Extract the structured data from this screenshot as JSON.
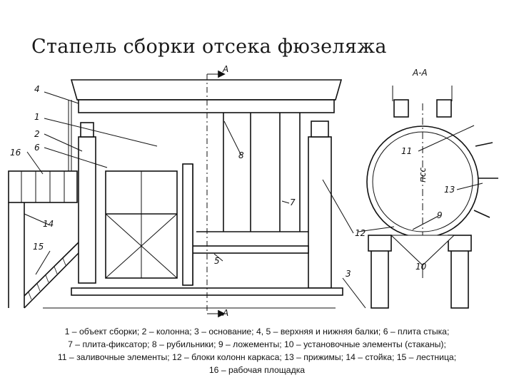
{
  "title": "Стапель сборки отсека фюзеляжа",
  "labels": {
    "section_a_top": "А",
    "section_a_bottom": "А",
    "section_view": "А-А",
    "pss": "псс",
    "n1": "1",
    "n2": "2",
    "n3": "3",
    "n4": "4",
    "n5": "5",
    "n6": "6",
    "n7": "7",
    "n8": "8",
    "n9": "9",
    "n10": "10",
    "n11": "11",
    "n12": "12",
    "n13": "13",
    "n14": "14",
    "n15": "15",
    "n16": "16"
  },
  "caption": [
    "1 – объект сборки; 2 – колонна; 3 – основание; 4, 5 – верхняя и нижняя балки; 6 – плита стыка;",
    "7 – плита-фиксатор; 8 – рубильники; 9 – ложементы; 10 – установочные элементы (стаканы);",
    "11 – заливочные элементы; 12 – блоки колонн каркаса;  13 – прижимы; 14 – стойка; 15 – лестница;",
    "16 – рабочая площадка"
  ]
}
